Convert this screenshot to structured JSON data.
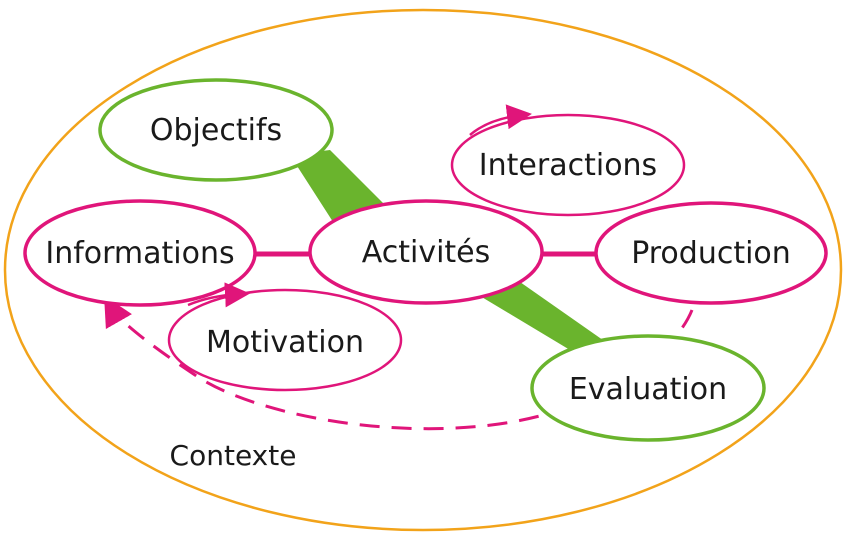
{
  "colors": {
    "context_border": "#f2a31a",
    "pink": "#e0157a",
    "green": "#6ab42d",
    "text": "#1a1a1a",
    "background": "#ffffff"
  },
  "context": {
    "label": "Contexte"
  },
  "nodes": {
    "objectifs": {
      "label": "Objectifs",
      "color": "green"
    },
    "interactions": {
      "label": "Interactions",
      "color": "pink"
    },
    "informations": {
      "label": "Informations",
      "color": "pink"
    },
    "activites": {
      "label": "Activités",
      "color": "pink"
    },
    "production": {
      "label": "Production",
      "color": "pink"
    },
    "motivation": {
      "label": "Motivation",
      "color": "pink"
    },
    "evaluation": {
      "label": "Evaluation",
      "color": "green"
    }
  }
}
